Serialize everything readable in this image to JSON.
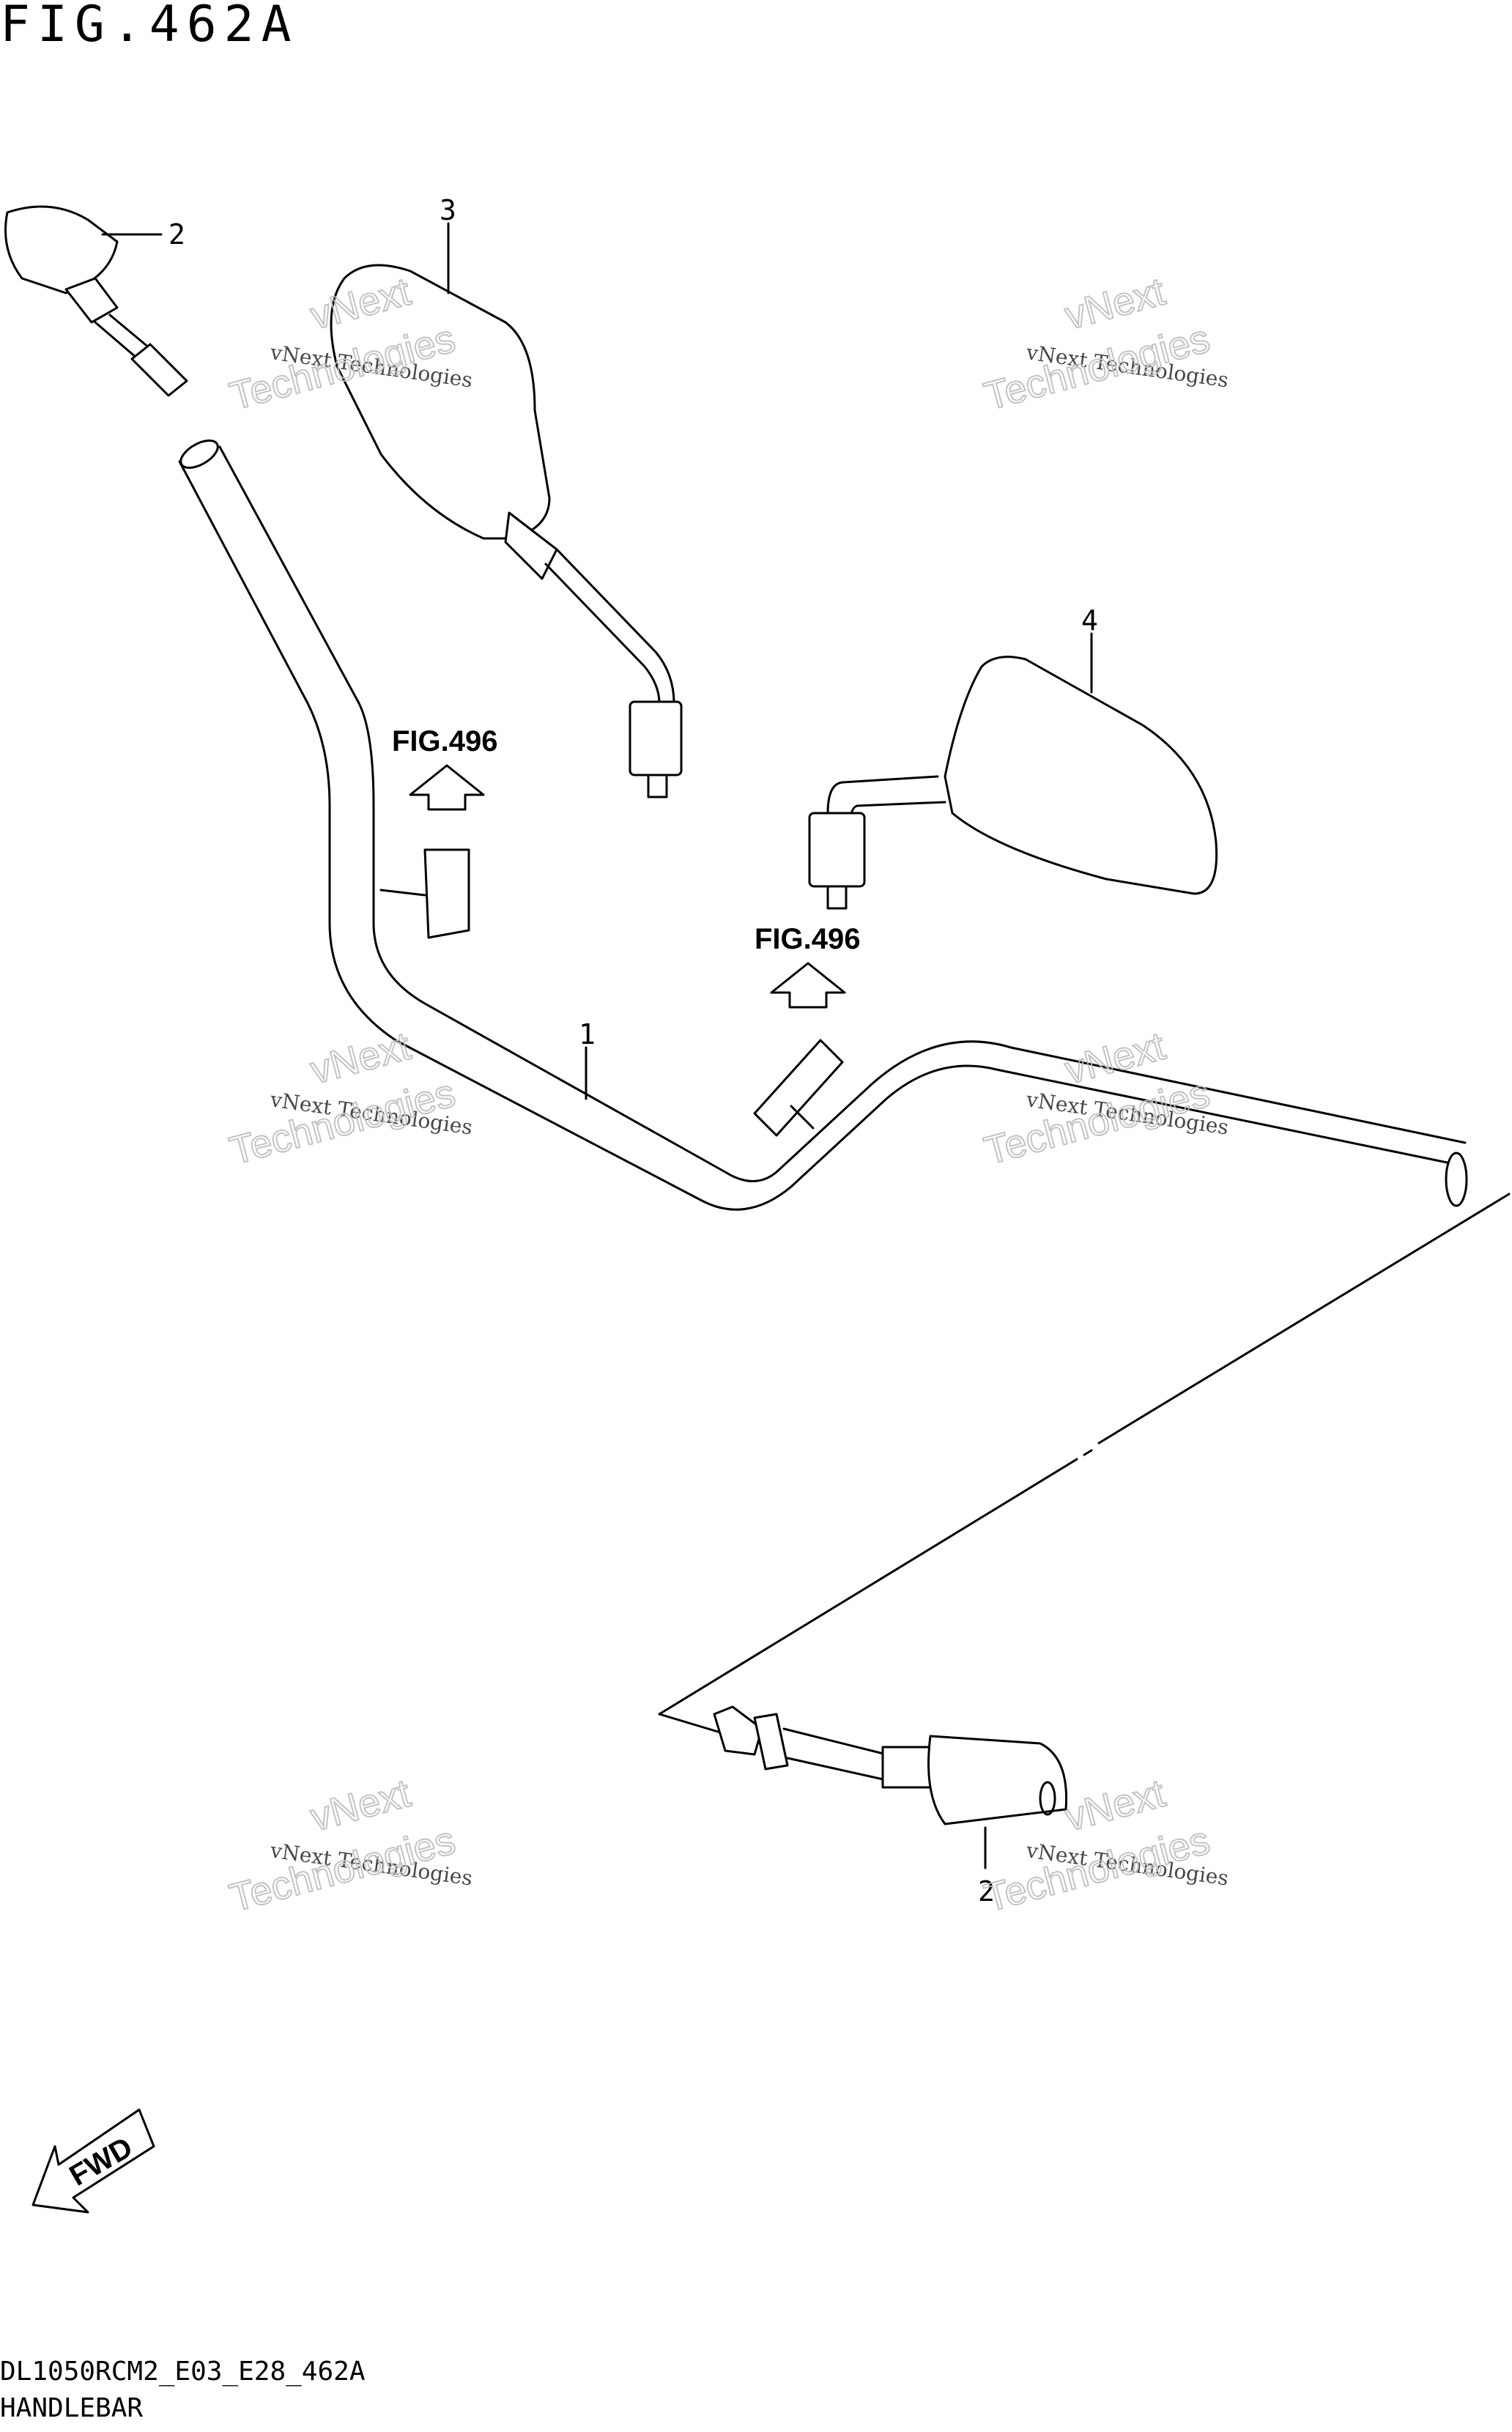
{
  "figure_title": "FIG.462A",
  "footer_code": "DL1050RCM2_E03_E28_462A",
  "footer_name": "HANDLEBAR",
  "fwd_label": "FWD",
  "references": [
    {
      "label": "FIG.496"
    },
    {
      "label": "FIG.496"
    }
  ],
  "parts": [
    {
      "number": "1",
      "name": "handlebar"
    },
    {
      "number": "2",
      "name": "balancer-left"
    },
    {
      "number": "2",
      "name": "balancer-right"
    },
    {
      "number": "3",
      "name": "mirror-left"
    },
    {
      "number": "4",
      "name": "mirror-right"
    }
  ],
  "watermark": {
    "small": "vNext Technologies",
    "big_line1": "vNext",
    "big_line2": "Technologies"
  }
}
